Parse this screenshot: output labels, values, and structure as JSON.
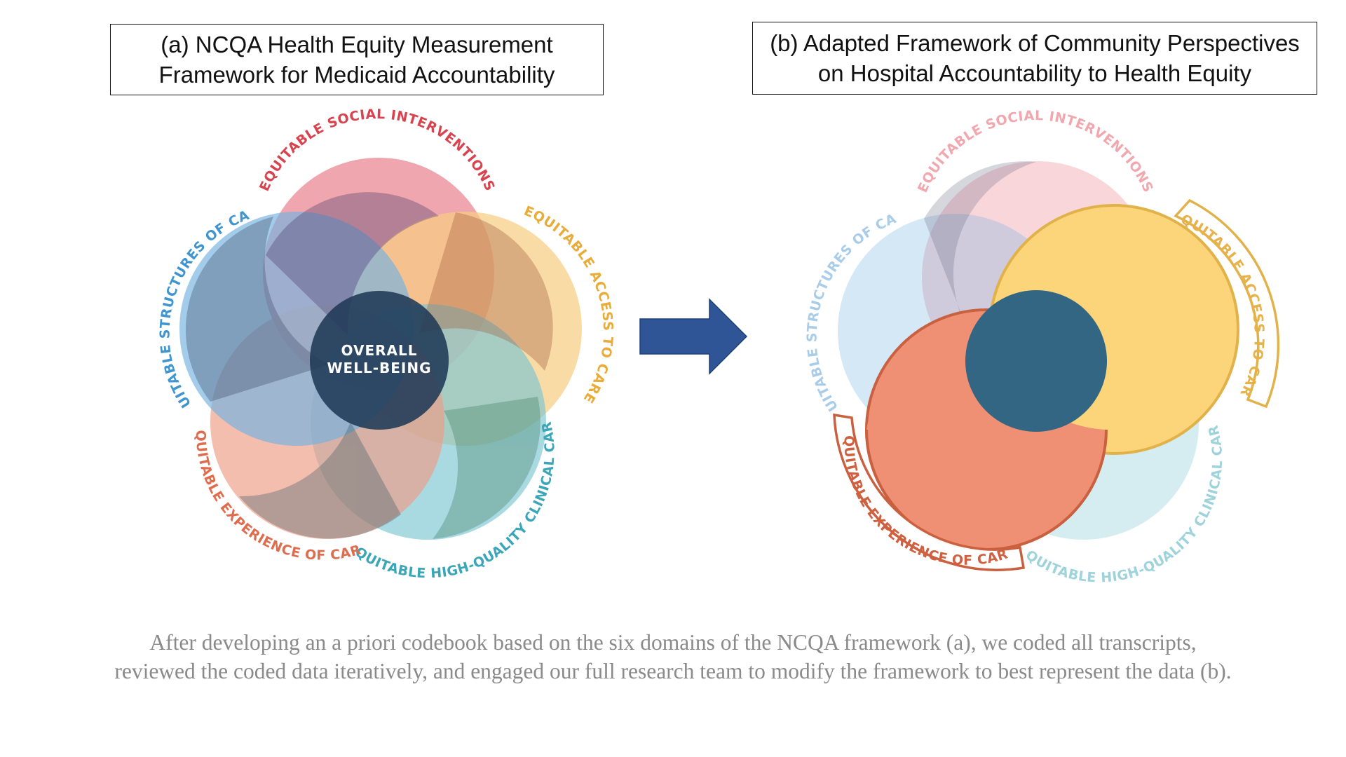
{
  "panel_a": {
    "title_line1": "(a) NCQA Health Equity Measurement",
    "title_line2": "Framework for Medicaid Accountability",
    "center_line1": "OVERALL",
    "center_line2": "WELL-BEING",
    "domains": {
      "social": "EQUITABLE SOCIAL INTERVENTIONS",
      "access": "EQUITABLE ACCESS TO CARE",
      "clinical": "EQUITABLE HIGH-QUALITY CLINICAL CARE",
      "experience": "EQUITABLE EXPERIENCE OF CARE",
      "structures": "EQUITABLE STRUCTURES OF CARE"
    }
  },
  "panel_b": {
    "title_line1": "(b) Adapted Framework of Community Perspectives",
    "title_line2": "on Hospital Accountability to Health Equity",
    "domains": {
      "social": "EQUITABLE SOCIAL INTERVENTIONS",
      "access": "EQUITABLE ACCESS TO CARE",
      "clinical": "EQUITABLE HIGH-QUALITY CLINICAL CARE",
      "experience": "EQUITABLE EXPERIENCE OF CARE",
      "structures": "EQUITABLE STRUCTURES OF CARE"
    }
  },
  "caption": {
    "line1": "After developing an a priori codebook based on the six domains of the NCQA framework (a), we coded all transcripts,",
    "line2": "reviewed the coded data iteratively, and engaged our full research team to modify the framework to best represent the data (b)."
  },
  "colors": {
    "social": "#e9848f",
    "access": "#f7cd84",
    "clinical": "#7cc6d1",
    "experience": "#ee9d85",
    "structures": "#73b2e0",
    "center": "#1f3a57",
    "social_text": "#d8434f",
    "access_text": "#eaac39",
    "clinical_text": "#3aa6b8",
    "experience_text": "#e06c4e",
    "structures_text": "#3f95cf",
    "arrow": "#2f5597",
    "b_access_fill": "#fcd479",
    "b_experience_fill": "#ef9074",
    "b_center_fill": "#336683"
  },
  "icons": [
    "right-arrow-icon"
  ]
}
